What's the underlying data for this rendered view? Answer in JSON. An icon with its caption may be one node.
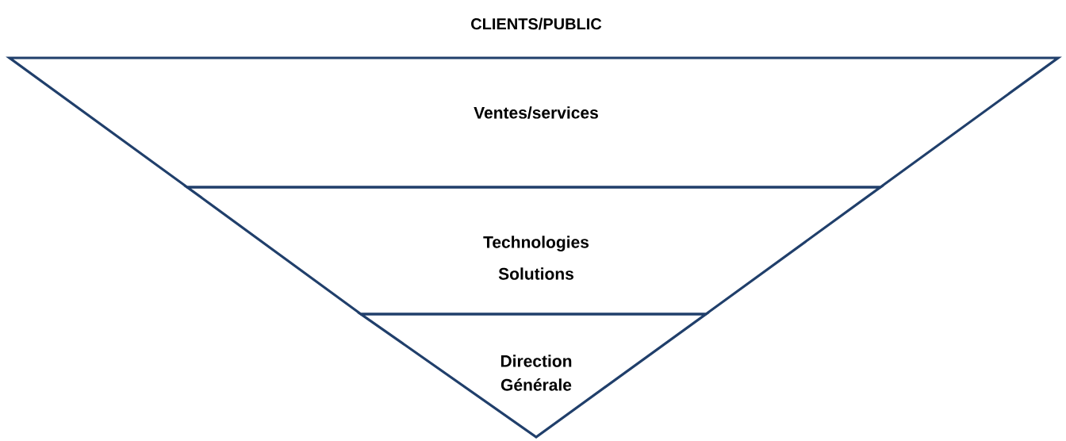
{
  "diagram": {
    "nodes": [
      {
        "text": [
          "Ventes/services"
        ]
      },
      {
        "text": [
          "Technologies",
          "Solutions"
        ]
      },
      {
        "text": [
          "Direction Générale"
        ]
      }
    ],
    "labels": [
      "CLIENTS/PUBLIC"
    ]
  }
}
